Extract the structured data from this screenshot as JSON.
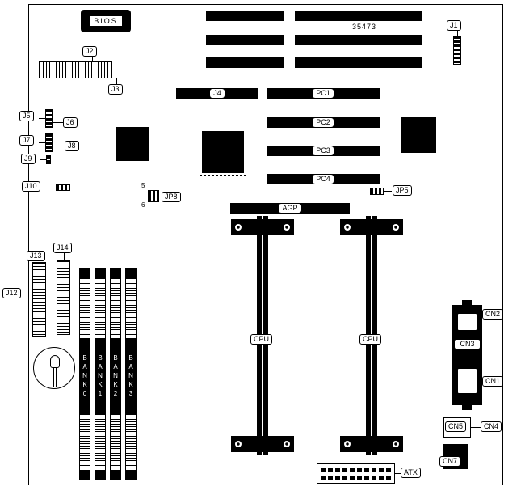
{
  "board": {
    "part_number": "35473",
    "bios_label": "BIOS",
    "labels": {
      "j1": "J1",
      "j2": "J2",
      "j3": "J3",
      "j4": "J4",
      "j5": "J5",
      "j6": "J6",
      "j7": "J7",
      "j8": "J8",
      "j9": "J9",
      "j10": "J10",
      "j12": "J12",
      "j13": "J13",
      "j14": "J14",
      "jp5": "JP5",
      "jp8": "JP8",
      "pc1": "PC1",
      "pc2": "PC2",
      "pc3": "PC3",
      "pc4": "PC4",
      "agp": "AGP",
      "atx": "ATX",
      "cpu1": "CPU",
      "cpu2": "CPU",
      "cn1": "CN1",
      "cn2": "CN2",
      "cn3": "CN3",
      "cn4": "CN4",
      "cn5": "CN5",
      "cn7": "CN7"
    },
    "jp8_pins": {
      "pin_top": "5",
      "pin_bottom": "6"
    },
    "memory_banks": [
      {
        "label": "BANK0"
      },
      {
        "label": "BANK1"
      },
      {
        "label": "BANK2"
      },
      {
        "label": "BANK3"
      }
    ]
  }
}
